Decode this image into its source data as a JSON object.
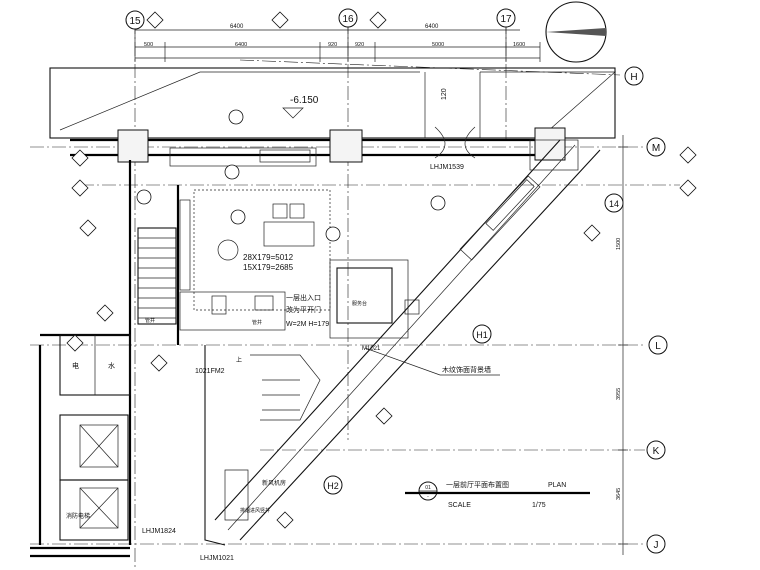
{
  "grid_axes": {
    "axis_15": "15",
    "axis_16": "16",
    "axis_17": "17",
    "axis_H": "H",
    "axis_M": "M",
    "axis_L": "L",
    "axis_K": "K",
    "axis_J": "J",
    "axis_14": "14",
    "axis_H1": "H1",
    "axis_H2": "H2"
  },
  "dimensions": {
    "top_total_1": "6400",
    "top_total_2": "6400",
    "seg_1": "500",
    "seg_2": "6400",
    "seg_3": "920",
    "seg_4": "920",
    "seg_5": "5000",
    "seg_6": "1600",
    "dim_120": "120",
    "right_1": "1500",
    "right_2": "3955",
    "right_3": "3645"
  },
  "labels": {
    "level": "-6.150",
    "door_top": "LHJM1539",
    "door_left": "LHJM1824",
    "door_bottom": "LHJM1021",
    "door_mid": "1021FM2",
    "m1021": "M1021",
    "stair_formula_1": "28X179=5012",
    "stair_formula_2": "15X179=2685",
    "note_1": "一层出入口",
    "note_2": "改为平开门",
    "note_3": "W=2M H=179",
    "wood_panel": "木纹饰面背景墙",
    "elec_1": "电",
    "elec_2": "水",
    "fire_elevator": "消防电梯",
    "room_a": "新风机房",
    "room_b": "排烟进风竖井",
    "small_1": "管井",
    "small_2": "管井",
    "reception": "服务台",
    "up": "上"
  },
  "title_block": {
    "tag_top": "01",
    "tag_bottom": "-",
    "title": "一层前厅平面布置图",
    "plan": "PLAN",
    "scale": "SCALE",
    "ratio": "1/75"
  }
}
